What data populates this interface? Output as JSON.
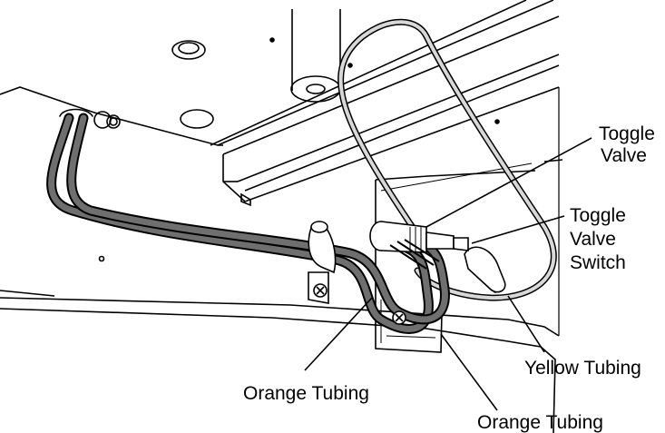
{
  "labels": {
    "toggle_valve_line1": "Toggle",
    "toggle_valve_line2": "Valve",
    "toggle_switch_line1": "Toggle",
    "toggle_switch_line2": "Valve",
    "toggle_switch_line3": "Switch",
    "yellow_tubing": "Yellow Tubing",
    "orange_tubing_left": "Orange Tubing",
    "orange_tubing_bottom": "Orange Tubing"
  },
  "colors": {
    "line": "#000000",
    "tube_dark": "#6f6f6f",
    "tube_light": "#d8d8d8",
    "panel": "#ffffff"
  }
}
